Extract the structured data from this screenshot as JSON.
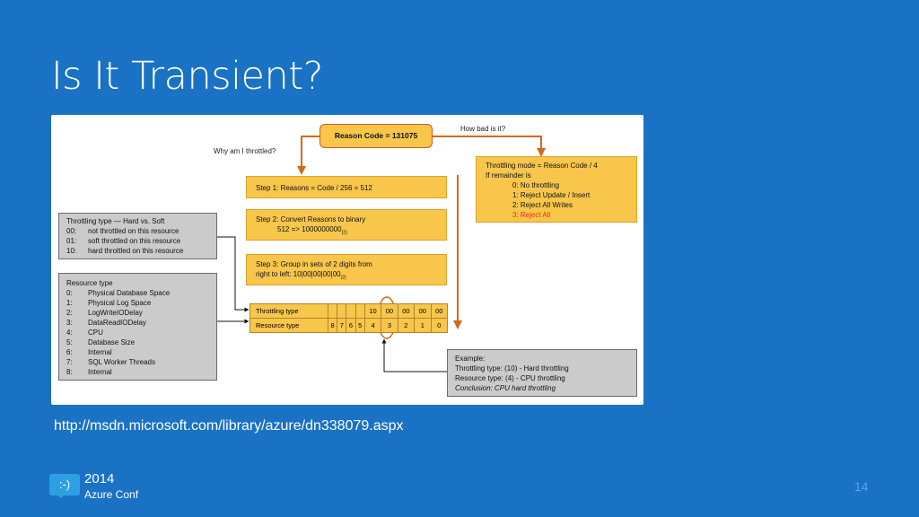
{
  "slide": {
    "title": "Is It Transient?",
    "link": "http://msdn.microsoft.com/library/azure/dn338079.aspx",
    "page_number": "14",
    "logo": {
      "icon": ":-)",
      "year": "2014",
      "name": "Azure Conf"
    }
  },
  "diagram": {
    "reason_code": "Reason Code = 131075",
    "why_label": "Why am I throttled?",
    "how_bad_label": "How bad is it?",
    "steps": [
      {
        "line1": "Step 1: Reasons = Code / 256 = 512"
      },
      {
        "line1": "Step 2: Convert Reasons to binary",
        "line2": "512 => 1000000000",
        "sub": "(2)"
      },
      {
        "line1": "Step 3: Group in sets of 2 digits from",
        "line2": "right to left: 10|00|00|00|00",
        "sub": "(2)"
      }
    ],
    "throttling_mode": {
      "line1": "Throttling mode = Reason Code / 4",
      "line2": "If remainder is",
      "items": [
        "0: No throttling",
        "1: Reject Update / Insert",
        "2: Reject All Writes",
        "3: Reject All"
      ]
    },
    "throttling_type": {
      "title": "Throttling type — Hard vs. Soft",
      "items": [
        {
          "code": "00:",
          "text": "not throttled on this resource"
        },
        {
          "code": "01:",
          "text": "soft throttled on this resource"
        },
        {
          "code": "10:",
          "text": "hard throttled on this resource"
        }
      ]
    },
    "resource_type": {
      "title": "Resource type",
      "items": [
        {
          "code": "0:",
          "text": "Physical Database Space"
        },
        {
          "code": "1:",
          "text": "Physical Log Space"
        },
        {
          "code": "2:",
          "text": "LogWriteIODelay"
        },
        {
          "code": "3:",
          "text": "DataReadIODelay"
        },
        {
          "code": "4:",
          "text": "CPU"
        },
        {
          "code": "5:",
          "text": "Database Size"
        },
        {
          "code": "6:",
          "text": "Internal"
        },
        {
          "code": "7:",
          "text": "SQL Worker Threads"
        },
        {
          "code": "8:",
          "text": "Internal"
        }
      ]
    },
    "grid": {
      "row1_label": "Throttling type",
      "row1_cells": [
        "",
        "",
        "",
        "",
        "10",
        "00",
        "00",
        "00",
        "00"
      ],
      "row2_label": "Resource type",
      "row2_cells": [
        "8",
        "7",
        "6",
        "5",
        "4",
        "3",
        "2",
        "1",
        "0"
      ]
    },
    "example": {
      "line1": "Example:",
      "line2": "Throttling type: (10) - Hard throttling",
      "line3": "Resource type: (4) - CPU throttling",
      "line4": "Conclusion: CPU hard throttling"
    }
  }
}
